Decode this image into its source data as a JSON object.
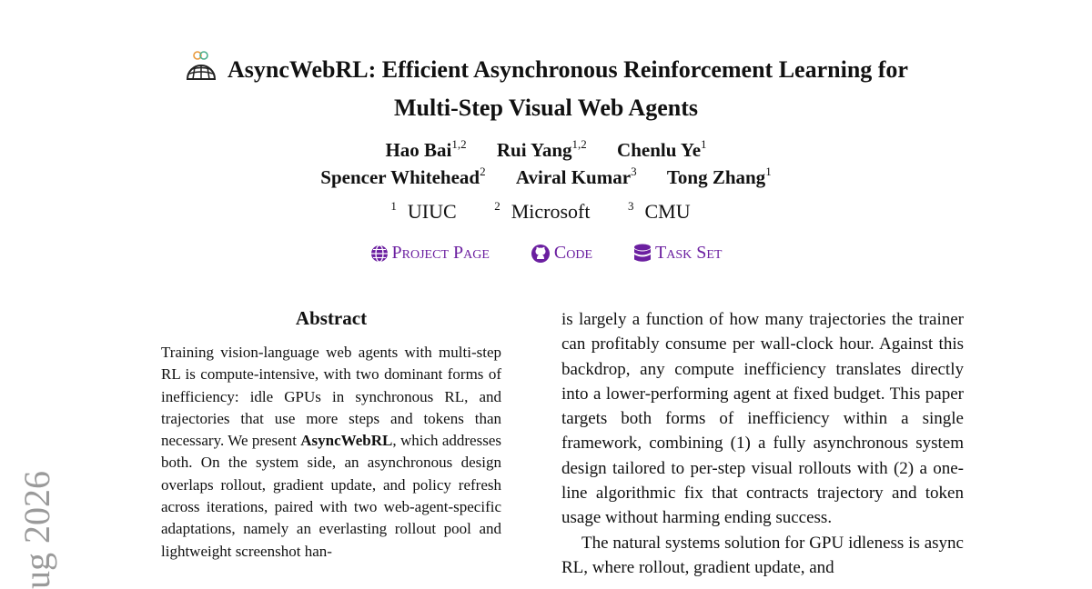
{
  "title": {
    "line1": "AsyncWebRL: Efficient Asynchronous Reinforcement Learning for",
    "line2": "Multi-Step Visual Web Agents"
  },
  "authors": [
    {
      "name": "Hao Bai",
      "sup": "1,2"
    },
    {
      "name": "Rui Yang",
      "sup": "1,2"
    },
    {
      "name": "Chenlu Ye",
      "sup": "1"
    },
    {
      "name": "Spencer Whitehead",
      "sup": "2"
    },
    {
      "name": "Aviral Kumar",
      "sup": "3"
    },
    {
      "name": "Tong Zhang",
      "sup": "1"
    }
  ],
  "affiliations": [
    {
      "sup": "1",
      "name": "UIUC"
    },
    {
      "sup": "2",
      "name": "Microsoft"
    },
    {
      "sup": "3",
      "name": "CMU"
    }
  ],
  "links": [
    {
      "label": "Project Page",
      "icon": "globe-icon"
    },
    {
      "label": "Code",
      "icon": "github-icon"
    },
    {
      "label": "Task Set",
      "icon": "database-icon"
    }
  ],
  "abstract": {
    "heading": "Abstract",
    "text_before": "Training vision-language web agents with multi-step RL is compute-intensive, with two dominant forms of inefficiency: idle GPUs in synchronous RL, and trajectories that use more steps and tokens than necessary. We present ",
    "bold": "AsyncWebRL",
    "text_after": ", which addresses both. On the system side, an asynchronous design overlaps rollout, gradient update, and policy refresh across iterations, paired with two web-agent-specific adaptations, namely an everlasting rollout pool and lightweight screenshot han-"
  },
  "right_column": {
    "para1": "is largely a function of how many trajectories the trainer can profitably consume per wall-clock hour. Against this backdrop, any compute inefficiency translates directly into a lower-performing agent at fixed budget. This paper targets both forms of inefficiency within a single framework, combining (1) a fully asynchronous system design tailored to per-step visual rollouts with (2) a one-line algorithmic fix that contracts trajectory and token usage without harming ending success.",
    "para2": "The natural systems solution for GPU idleness is async RL, where rollout, gradient update, and"
  },
  "arxiv_sidebar": "ug 2026"
}
